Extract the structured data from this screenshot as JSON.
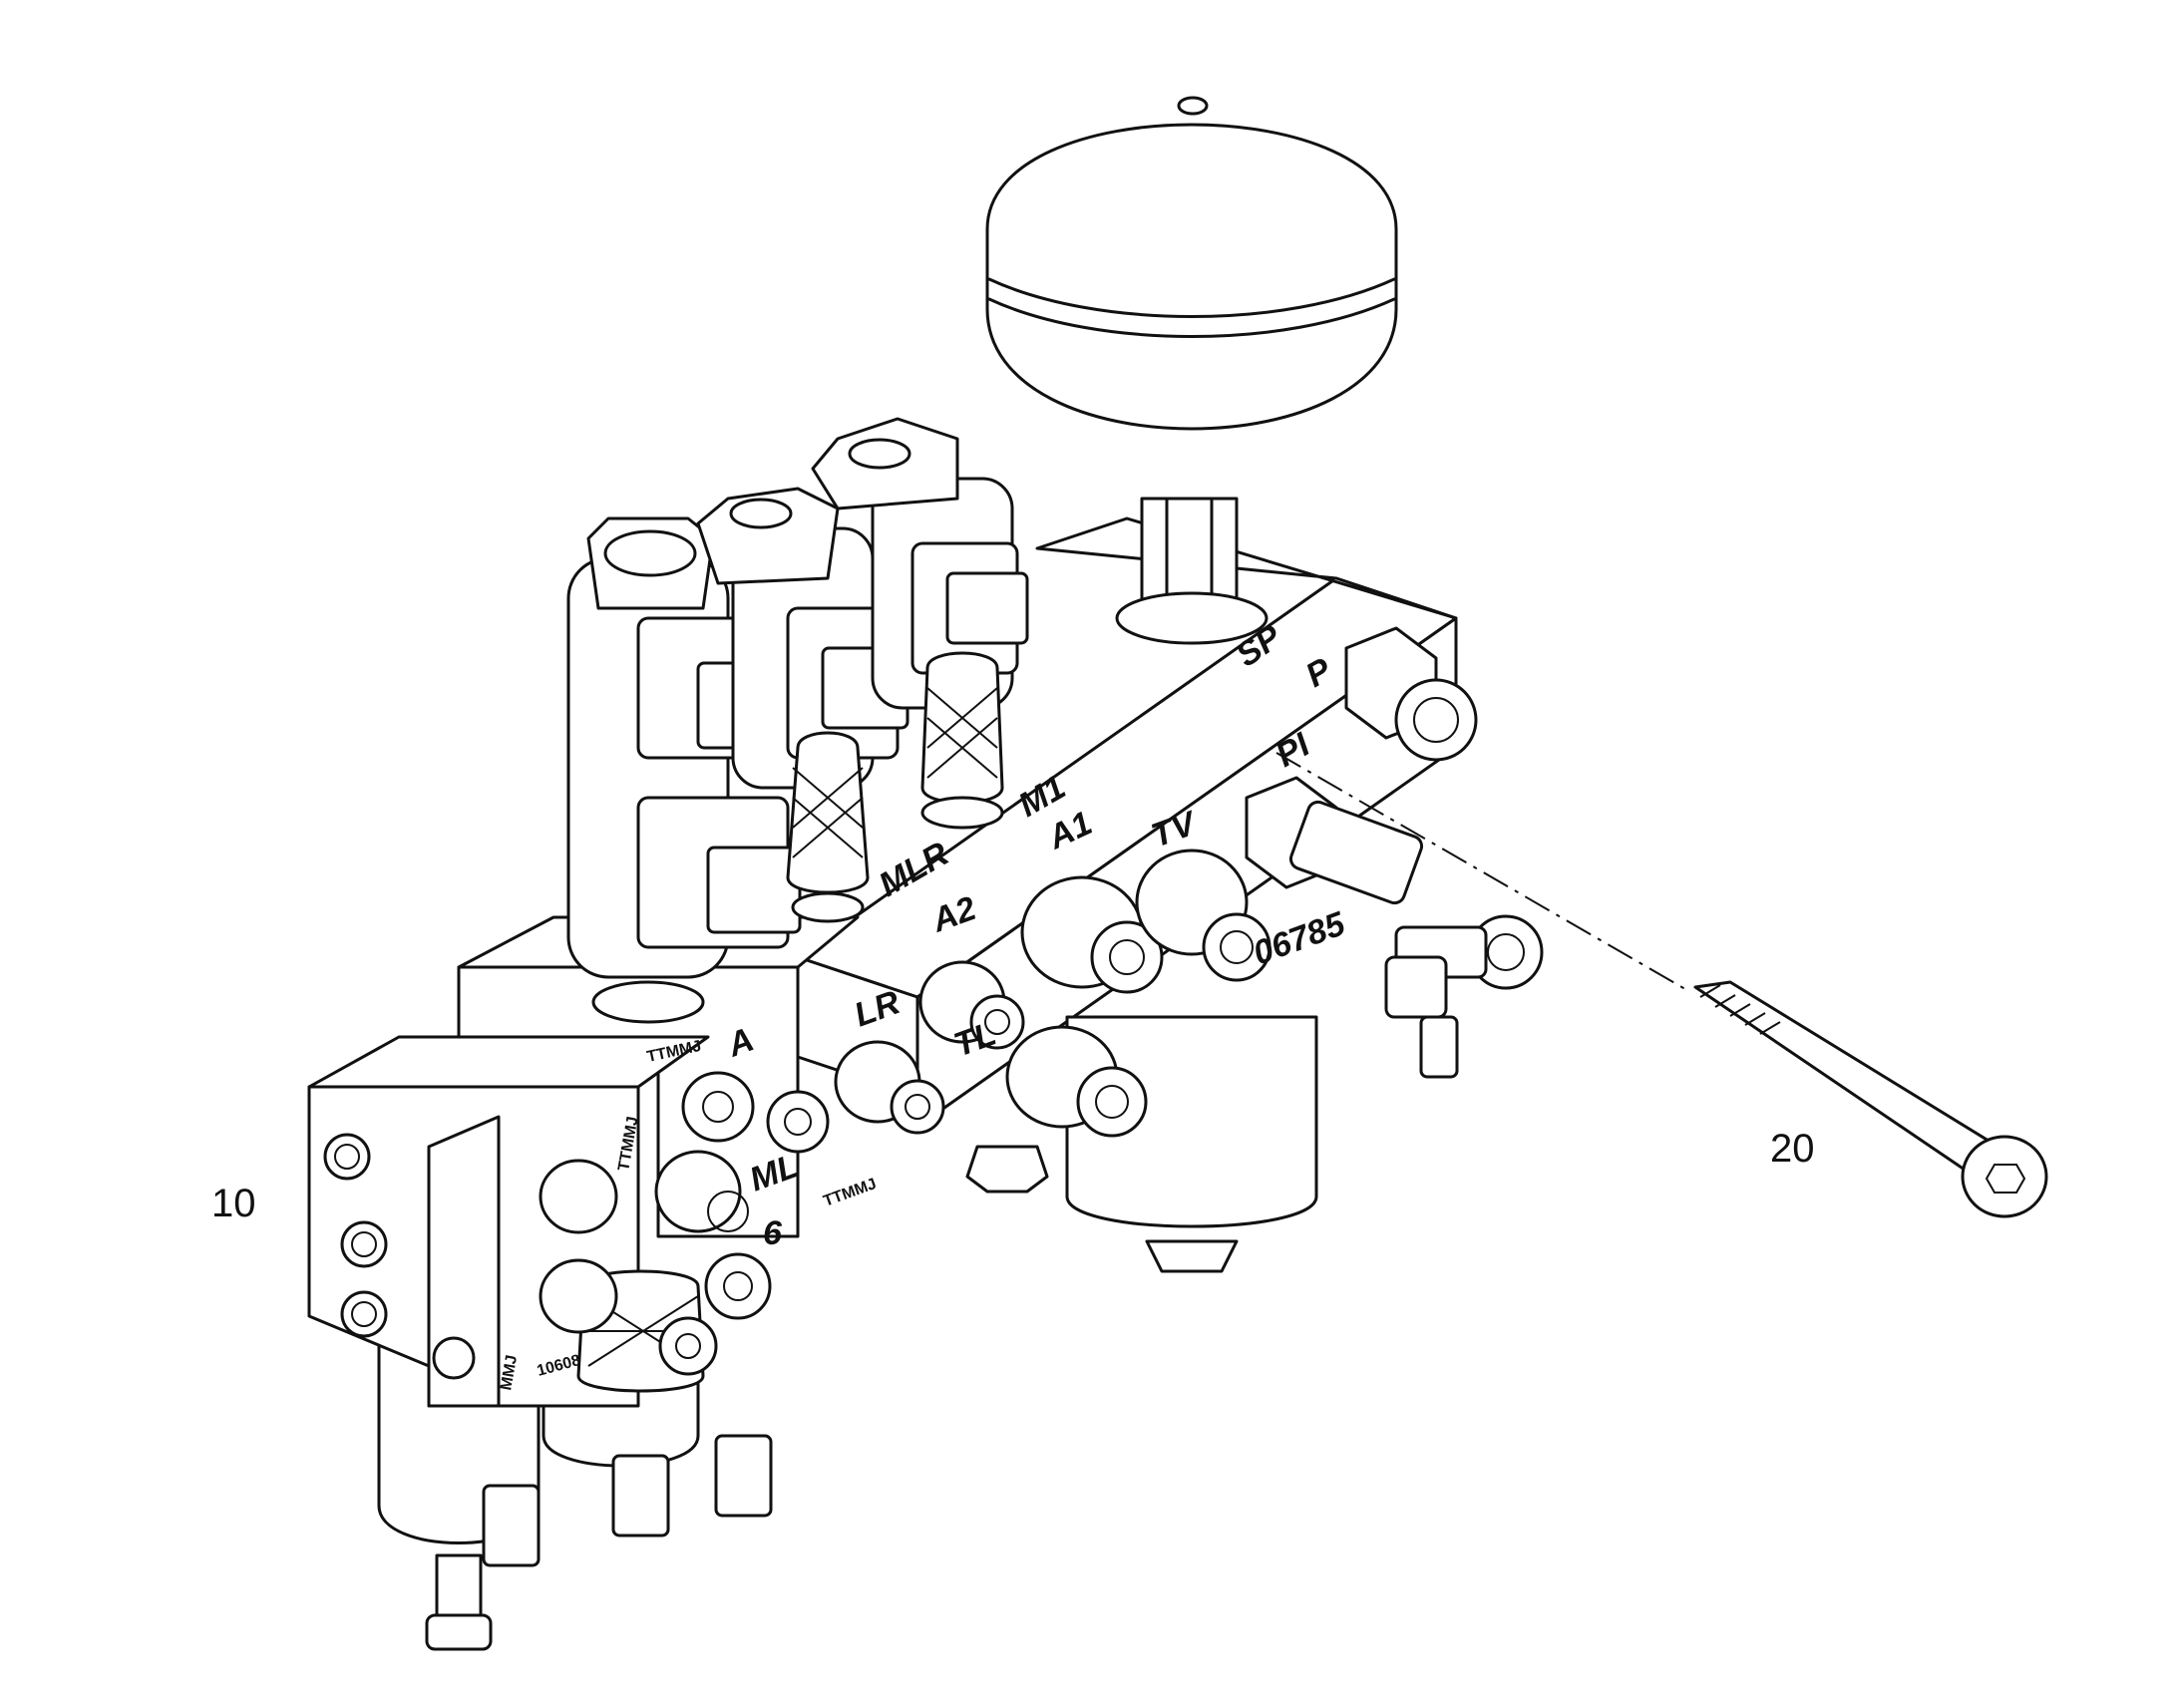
{
  "callouts": {
    "item_10": "10",
    "item_20": "20"
  },
  "port_labels": {
    "sp": "SP",
    "p": "P",
    "pl": "PI",
    "m1": "M1",
    "mlr": "MLR",
    "a1": "A1",
    "tv": "TV",
    "a2": "A2",
    "lr": "LR",
    "tl": "TL",
    "a": "A",
    "ml": "ML"
  },
  "markings": {
    "serial_main": "06785",
    "serial_left": "6",
    "stamp_1": "TTMMJ",
    "stamp_2": "TTMMJ",
    "stamp_3": "TTMMJ",
    "stamp_side": "MMJ",
    "stamp_num": "10608"
  },
  "colors": {
    "ink": "#111111",
    "paper": "#ffffff"
  }
}
